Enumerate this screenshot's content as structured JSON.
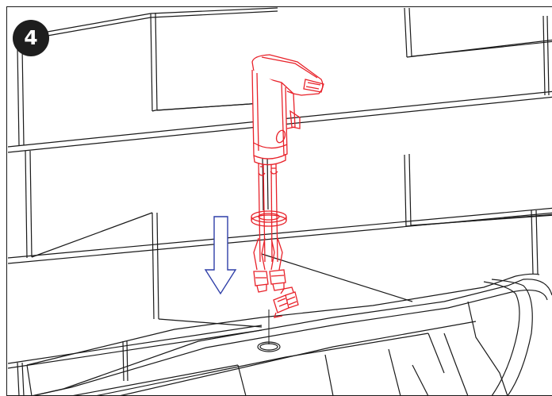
{
  "step": {
    "number": "4"
  },
  "colors": {
    "line": "#1a1a1a",
    "faucet": "#e8222a",
    "arrow": "#2f3fa8",
    "badge_bg": "#1e1e1e",
    "badge_text": "#ffffff"
  },
  "illustration": {
    "subject": "sensor-faucet-installation",
    "direction_indicator": "arrow-down"
  }
}
